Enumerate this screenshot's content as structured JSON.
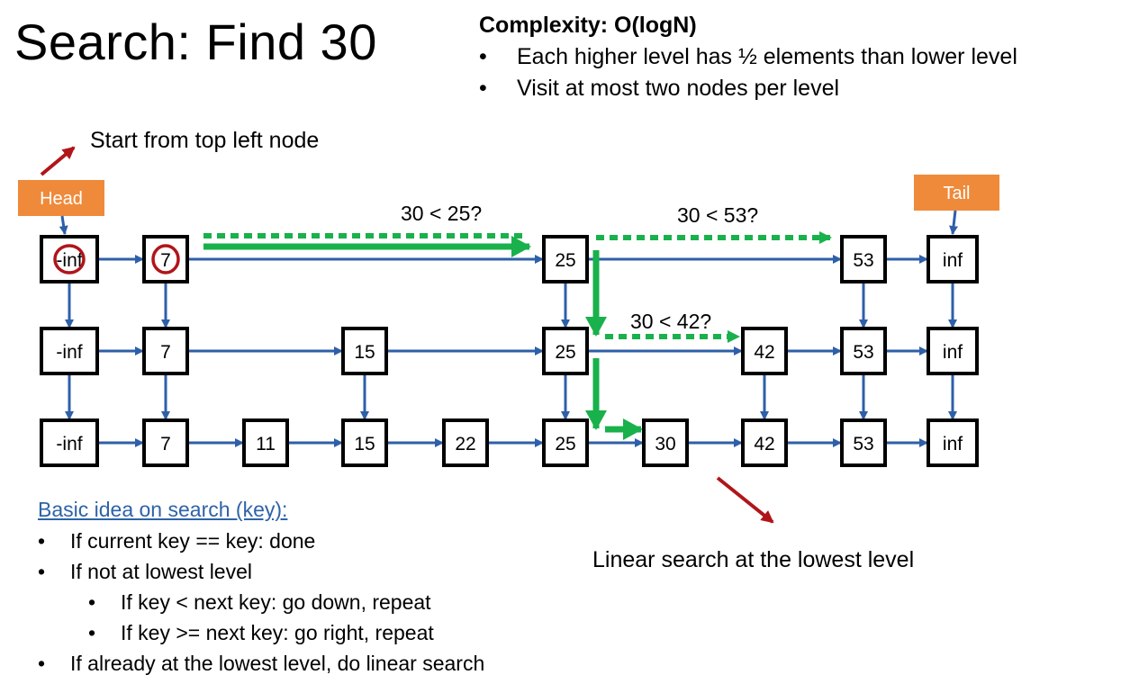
{
  "title": "Search: Find 30",
  "complexity": {
    "heading": "Complexity: O(logN)",
    "points": [
      "Each higher level has ½ elements than lower level",
      "Visit at most two nodes per level"
    ]
  },
  "start_note": "Start from top left node",
  "linear_note": "Linear search at the lowest level",
  "head_label": "Head",
  "tail_label": "Tail",
  "levels": [
    [
      "-inf",
      "7",
      "25",
      "53",
      "inf"
    ],
    [
      "-inf",
      "7",
      "15",
      "25",
      "42",
      "53",
      "inf"
    ],
    [
      "-inf",
      "7",
      "11",
      "15",
      "22",
      "25",
      "30",
      "42",
      "53",
      "inf"
    ]
  ],
  "comparisons": [
    "30 < 25?",
    "30 < 53?",
    "30 < 42?"
  ],
  "basic_idea": {
    "heading": "Basic idea on search (key):",
    "items": [
      "If current key == key: done",
      "If not at lowest level",
      "If key < next key: go down, repeat",
      "If key >= next key: go right, repeat",
      "If already at the lowest level, do linear search"
    ]
  },
  "colors": {
    "node_border": "#000000",
    "link_arrow": "#2e5fa9",
    "search_path": "#19b14b",
    "tag_fill": "#ef8a3a",
    "pointer_arrow": "#b0151a",
    "circle": "#b0151a",
    "basic_heading": "#2e63a8"
  }
}
